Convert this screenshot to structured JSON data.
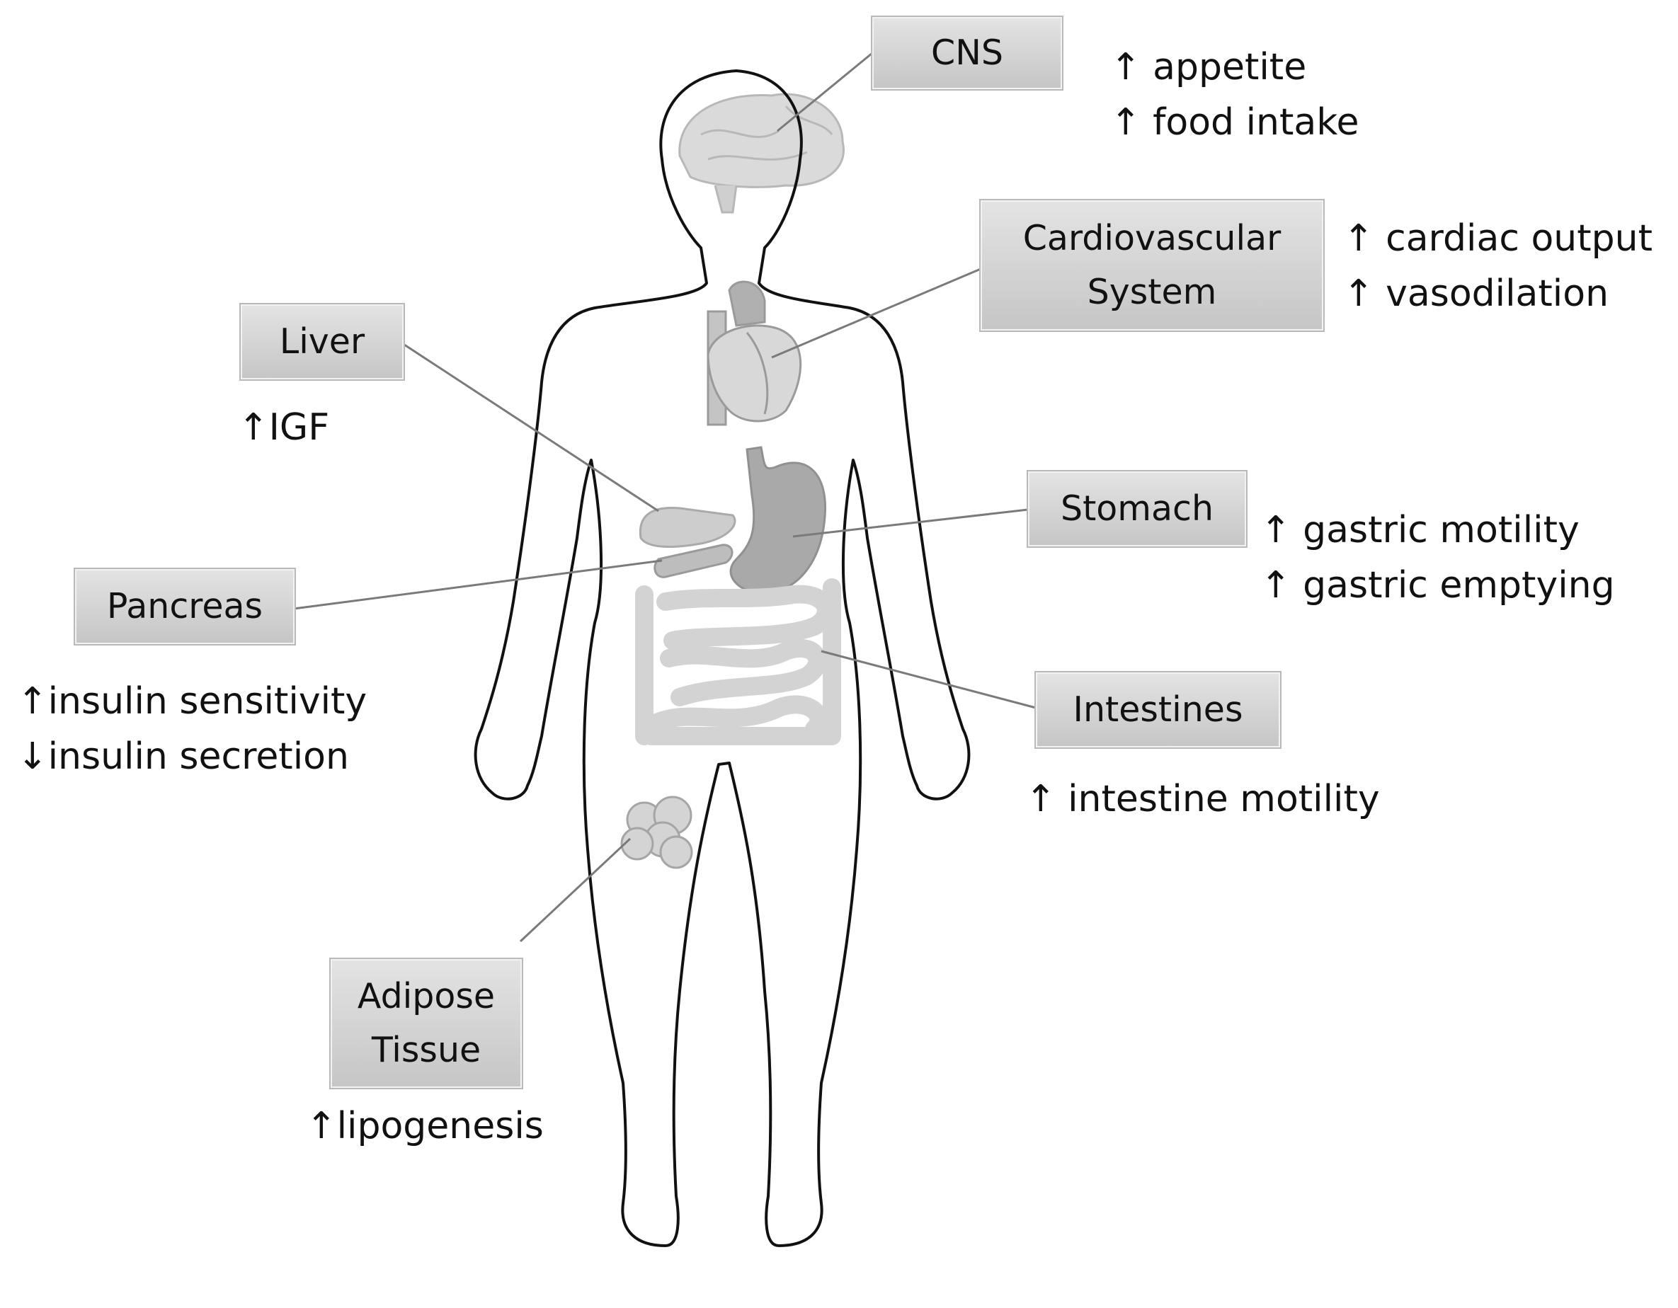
{
  "organs": {
    "cns": {
      "label": [
        "CNS"
      ],
      "effects": [
        "↑ appetite",
        "↑ food intake"
      ]
    },
    "cardio": {
      "label": [
        "Cardiovascular",
        "System"
      ],
      "effects": [
        "↑ cardiac output",
        "↑ vasodilation"
      ]
    },
    "liver": {
      "label": [
        "Liver"
      ],
      "effects": [
        "↑IGF"
      ]
    },
    "stomach": {
      "label": [
        "Stomach"
      ],
      "effects": [
        "↑ gastric motility",
        "↑ gastric emptying"
      ]
    },
    "pancreas": {
      "label": [
        "Pancreas"
      ],
      "effects": [
        "↑insulin sensitivity",
        "↓insulin secretion"
      ]
    },
    "intestines": {
      "label": [
        "Intestines"
      ],
      "effects": [
        "↑ intestine motility"
      ]
    },
    "adipose": {
      "label": [
        "Adipose",
        "Tissue"
      ],
      "effects": [
        "↑lipogenesis"
      ]
    }
  },
  "colors": {
    "box": "#d2d2d2",
    "organ": "#c8c8c8",
    "outline": "#111111",
    "leader": "#7a7a7a"
  }
}
